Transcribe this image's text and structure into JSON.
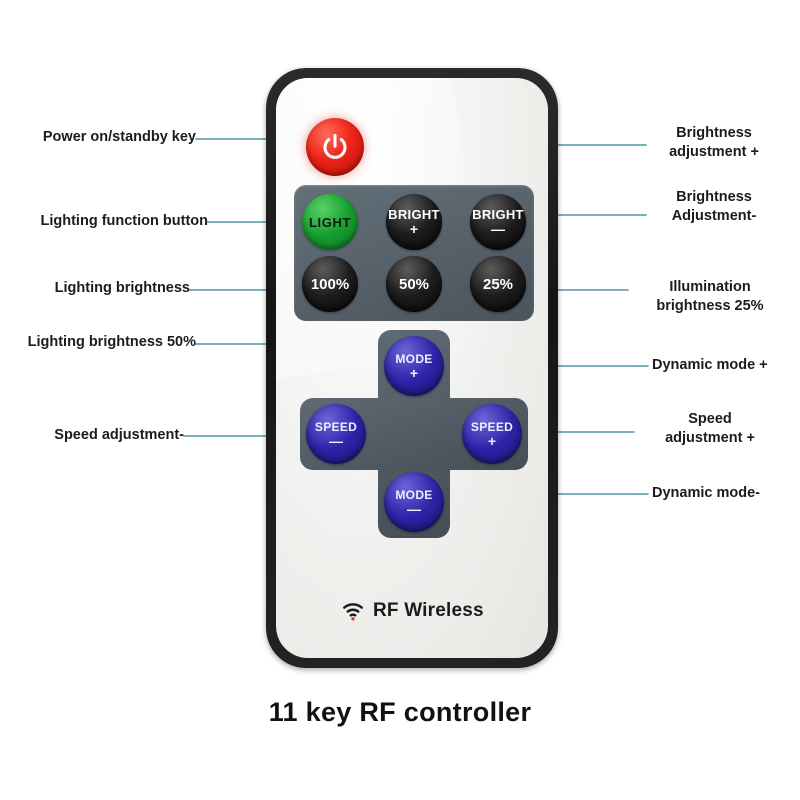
{
  "caption": "11 key RF controller",
  "device": {
    "brand_text": "RF Wireless",
    "brand_icon": "wifi-icon",
    "shell_color": "#1a1a1a",
    "face_color": "#f2f1ee"
  },
  "keys": {
    "power": {
      "name": "power-key",
      "icon": "power-icon",
      "color": "#ee2418"
    },
    "light": {
      "label": "LIGHT",
      "color": "#17a02f"
    },
    "bright_plus": {
      "label": "BRIGHT",
      "sign": "+",
      "color": "#141414"
    },
    "bright_minus": {
      "label": "BRIGHT",
      "sign": "—",
      "color": "#141414"
    },
    "pct_100": {
      "label": "100%",
      "color": "#141414"
    },
    "pct_50": {
      "label": "50%",
      "color": "#141414"
    },
    "pct_25": {
      "label": "25%",
      "color": "#141414"
    },
    "mode_plus": {
      "label": "MODE",
      "sign": "+",
      "color": "#2e23a8"
    },
    "mode_minus": {
      "label": "MODE",
      "sign": "—",
      "color": "#2e23a8"
    },
    "speed_plus": {
      "label": "SPEED",
      "sign": "+",
      "color": "#2e23a8"
    },
    "speed_minus": {
      "label": "SPEED",
      "sign": "—",
      "color": "#2e23a8"
    }
  },
  "callouts": {
    "left": [
      {
        "id": "power-on-standby-key",
        "text": "Power on/standby key"
      },
      {
        "id": "lighting-function-button",
        "text": "Lighting function button"
      },
      {
        "id": "lighting-brightness",
        "text": "Lighting brightness"
      },
      {
        "id": "lighting-brightness-50",
        "text": "Lighting brightness 50%"
      },
      {
        "id": "speed-adjustment-minus",
        "text": "Speed adjustment-"
      }
    ],
    "right": [
      {
        "id": "brightness-adjustment-plus",
        "text": "Brightness\nadjustment +"
      },
      {
        "id": "brightness-adjustment-minus",
        "text": "Brightness\nAdjustment-"
      },
      {
        "id": "illumination-brightness-25",
        "text": "Illumination\nbrightness 25%"
      },
      {
        "id": "dynamic-mode-plus",
        "text": "Dynamic mode +"
      },
      {
        "id": "speed-adjustment-plus",
        "text": "Speed\nadjustment +"
      },
      {
        "id": "dynamic-mode-minus",
        "text": "Dynamic mode-"
      }
    ]
  },
  "colors": {
    "leader_line": "#6aa4b4",
    "background": "#ffffff",
    "text": "#1c1c1c"
  }
}
